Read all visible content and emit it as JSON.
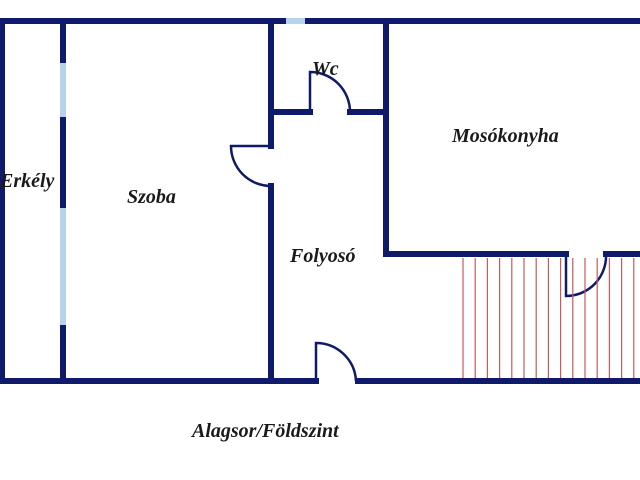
{
  "rooms": {
    "erkely": "Erkély",
    "szoba": "Szoba",
    "wc": "Wc",
    "mosokonyha": "Mosókonyha",
    "folyoso": "Folyosó"
  },
  "caption": "Alagsor/Földszint",
  "colors": {
    "wall": "#0f1a6b",
    "window": "#b7d3ea",
    "stairs": "#c75a5a",
    "background": "#ffffff"
  }
}
